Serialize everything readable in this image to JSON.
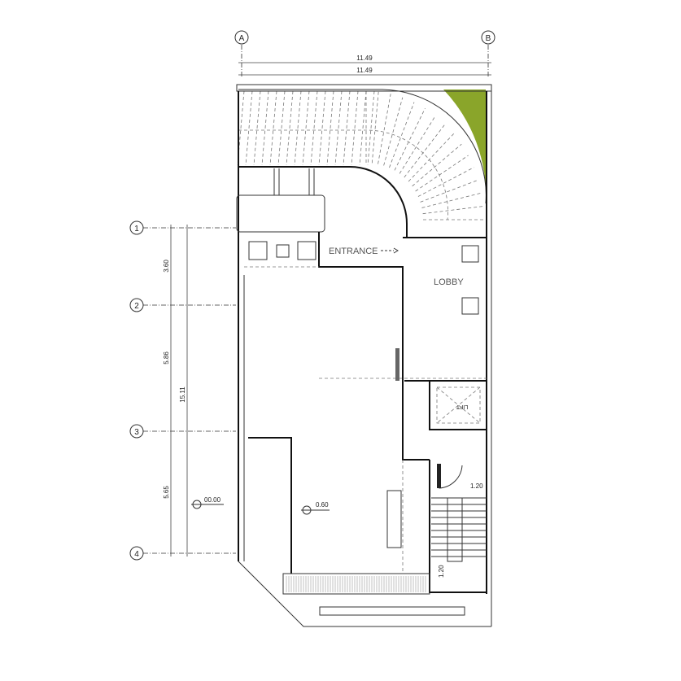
{
  "title": "Ground floor plan",
  "colors": {
    "planting": "#8aa52a",
    "walls": "#111111",
    "dashed": "#777777"
  },
  "grid_columns": [
    {
      "label": "A"
    },
    {
      "label": "B"
    }
  ],
  "grid_rows": [
    {
      "label": "1"
    },
    {
      "label": "2"
    },
    {
      "label": "3"
    },
    {
      "label": "4"
    }
  ],
  "dimensions": {
    "top_overall_1": "11.49",
    "top_overall_2": "11.49",
    "row_1_2": "3.60",
    "row_2_3": "5.86",
    "row_3_4": "5.65",
    "total_depth": "15.11",
    "stair_width": "1.20",
    "stair_landing": "1.20"
  },
  "rooms": {
    "entrance": "ENTRANCE",
    "lobby": "LOBBY",
    "lift": "LIFT"
  },
  "levels": {
    "street": "00.00",
    "interior": "0.60"
  }
}
